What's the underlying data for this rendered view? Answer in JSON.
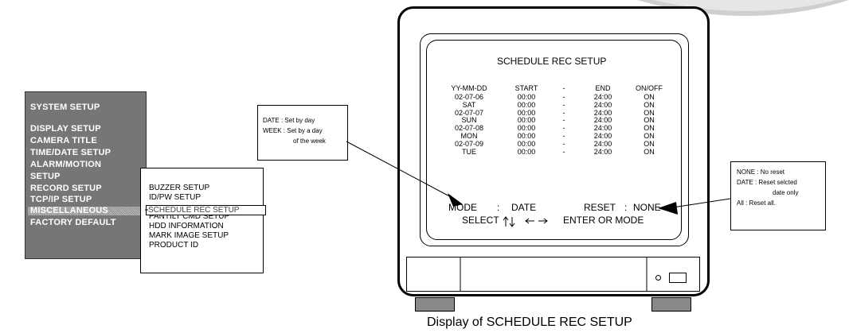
{
  "main_menu": {
    "items": [
      "SYSTEM SETUP",
      "DISPLAY SETUP",
      "CAMERA TITLE",
      "TIME/DATE SETUP",
      "ALARM/MOTION",
      "SETUP",
      "RECORD SETUP",
      "TCP/IP SETUP",
      "MISCELLANEOUS",
      "FACTORY DEFAULT"
    ],
    "highlighted": "MISCELLANEOUS"
  },
  "sub_menu": {
    "items": [
      "BUZZER SETUP",
      "ID/PW SETUP",
      "SCHEDULE REC SETUP",
      "PANTILT CMD SETUP",
      "HDD INFORMATION",
      "MARK IMAGE SETUP",
      "PRODUCT ID"
    ],
    "selected": "SCHEDULE REC SETUP"
  },
  "mode_callout": {
    "lines": [
      "DATE : Set by day",
      "WEEK : Set by a day",
      "of the week"
    ]
  },
  "reset_callout": {
    "lines": [
      "NONE : No reset",
      "DATE : Reset selcted",
      "date only",
      "All : Reset all."
    ]
  },
  "screen": {
    "title": "SCHEDULE REC SETUP",
    "columns": [
      "YY-MM-DD",
      "START",
      "-",
      "END",
      "ON/OFF"
    ],
    "rows": [
      [
        "02-07-06",
        "00:00",
        "-",
        "24:00",
        "ON"
      ],
      [
        "SAT",
        "00:00",
        "-",
        "24:00",
        "ON"
      ],
      [
        "02-07-07",
        "00:00",
        "-",
        "24:00",
        "ON"
      ],
      [
        "SUN",
        "00:00",
        "-",
        "24:00",
        "ON"
      ],
      [
        "02-07-08",
        "00:00",
        "-",
        "24:00",
        "ON"
      ],
      [
        "MON",
        "00:00",
        "-",
        "24:00",
        "ON"
      ],
      [
        "02-07-09",
        "00:00",
        "-",
        "24:00",
        "ON"
      ],
      [
        "TUE",
        "00:00",
        "-",
        "24:00",
        "ON"
      ]
    ],
    "mode_label": "MODE",
    "mode_value": "DATE",
    "reset_label": "RESET",
    "reset_value": "NONE",
    "select_label": "SELECT",
    "enter_label": "ENTER OR MODE",
    "sep": ":"
  },
  "caption": "Display of SCHEDULE REC SETUP",
  "colors": {
    "menu_bg": "#767676",
    "menu_text": "#ffffff",
    "foot": "#888888"
  }
}
